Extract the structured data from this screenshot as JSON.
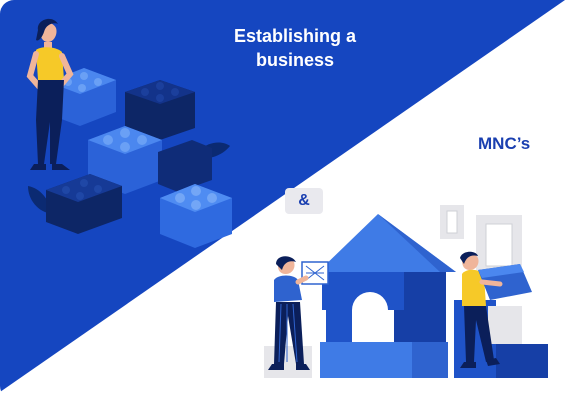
{
  "headline_left": {
    "line1": "Establishing a",
    "line2": "business"
  },
  "headline_right": "MNC’s",
  "connector": "&",
  "colors": {
    "brand_blue": "#1546c0",
    "light_blue": "#3f7be6",
    "navy": "#0d2666",
    "text_dark_blue": "#1a3fb0",
    "accent_yellow": "#f6c928",
    "badge_gray": "#e9e9ee"
  },
  "illustrations": {
    "left": [
      "woman-figure",
      "toy-blocks"
    ],
    "right": [
      "woman-figure",
      "man-figure",
      "block-house"
    ]
  }
}
